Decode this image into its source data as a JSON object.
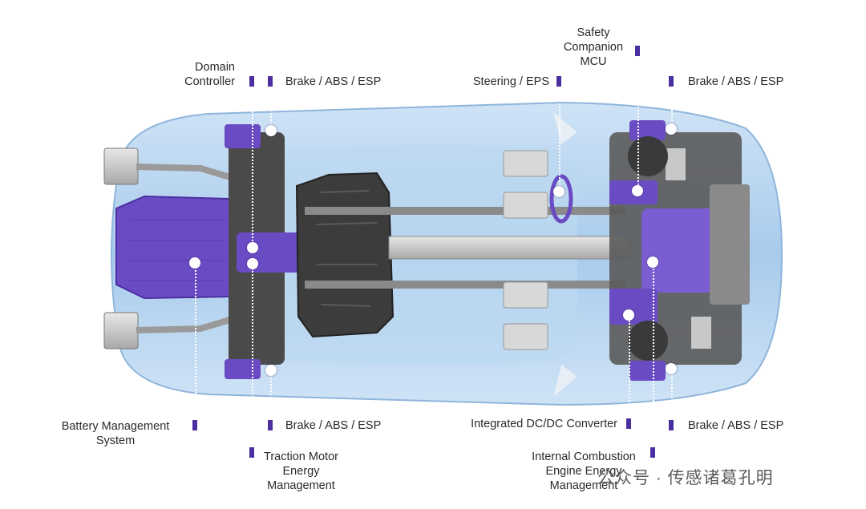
{
  "labels": {
    "domain_controller": [
      "Domain",
      "Controller"
    ],
    "brake_front_left": "Brake / ABS / ESP",
    "steering": "Steering / EPS",
    "safety_mcu": [
      "Safety",
      "Companion",
      "MCU"
    ],
    "brake_front_right": "Brake / ABS / ESP",
    "bms": [
      "Battery Management",
      "System"
    ],
    "brake_rear_left": "Brake / ABS / ESP",
    "dcdc": "Integrated DC/DC Converter",
    "brake_rear_right": "Brake / ABS / ESP",
    "traction_motor": [
      "Traction Motor",
      "Energy",
      "Management"
    ],
    "ice": [
      "Internal Combustion",
      "Engine Energy",
      "Management"
    ]
  },
  "watermark": "公众号 · 传感诸葛孔明",
  "colors": {
    "accent_purple": "#4b2ea0",
    "component_purple": "#6a4bc4",
    "body_blue": "#9cc3e8",
    "chassis_dark": "#3a3a3a"
  }
}
